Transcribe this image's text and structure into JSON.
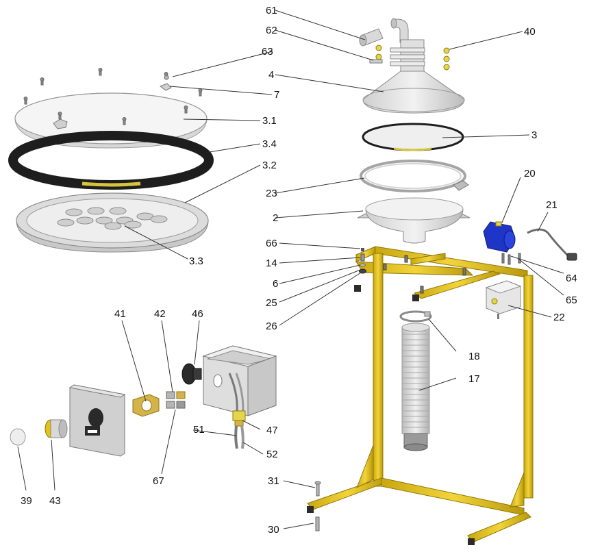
{
  "labels": {
    "l61": "61",
    "l62": "62",
    "l63": "63",
    "l40": "40",
    "l4": "4",
    "l7": "7",
    "l3_1": "3.1",
    "l3": "3",
    "l3_4": "3.4",
    "l3_2": "3.2",
    "l20": "20",
    "l23": "23",
    "l21": "21",
    "l2": "2",
    "l3_3": "3.3",
    "l66": "66",
    "l14": "14",
    "l64": "64",
    "l6": "6",
    "l65": "65",
    "l25": "25",
    "l22": "22",
    "l26": "26",
    "l41": "41",
    "l42": "42",
    "l46": "46",
    "l18": "18",
    "l17": "17",
    "l47": "47",
    "l51": "51",
    "l52": "52",
    "l67": "67",
    "l39": "39",
    "l43": "43",
    "l31": "31",
    "l30": "30"
  },
  "colors": {
    "frame_yellow": "#e4c21a",
    "motor_blue": "#1f35c8",
    "seal_black": "#2a2a2a",
    "brass": "#d6b24a",
    "light_grey": "#e6e6e6",
    "mid_grey": "#bdbdbd"
  }
}
